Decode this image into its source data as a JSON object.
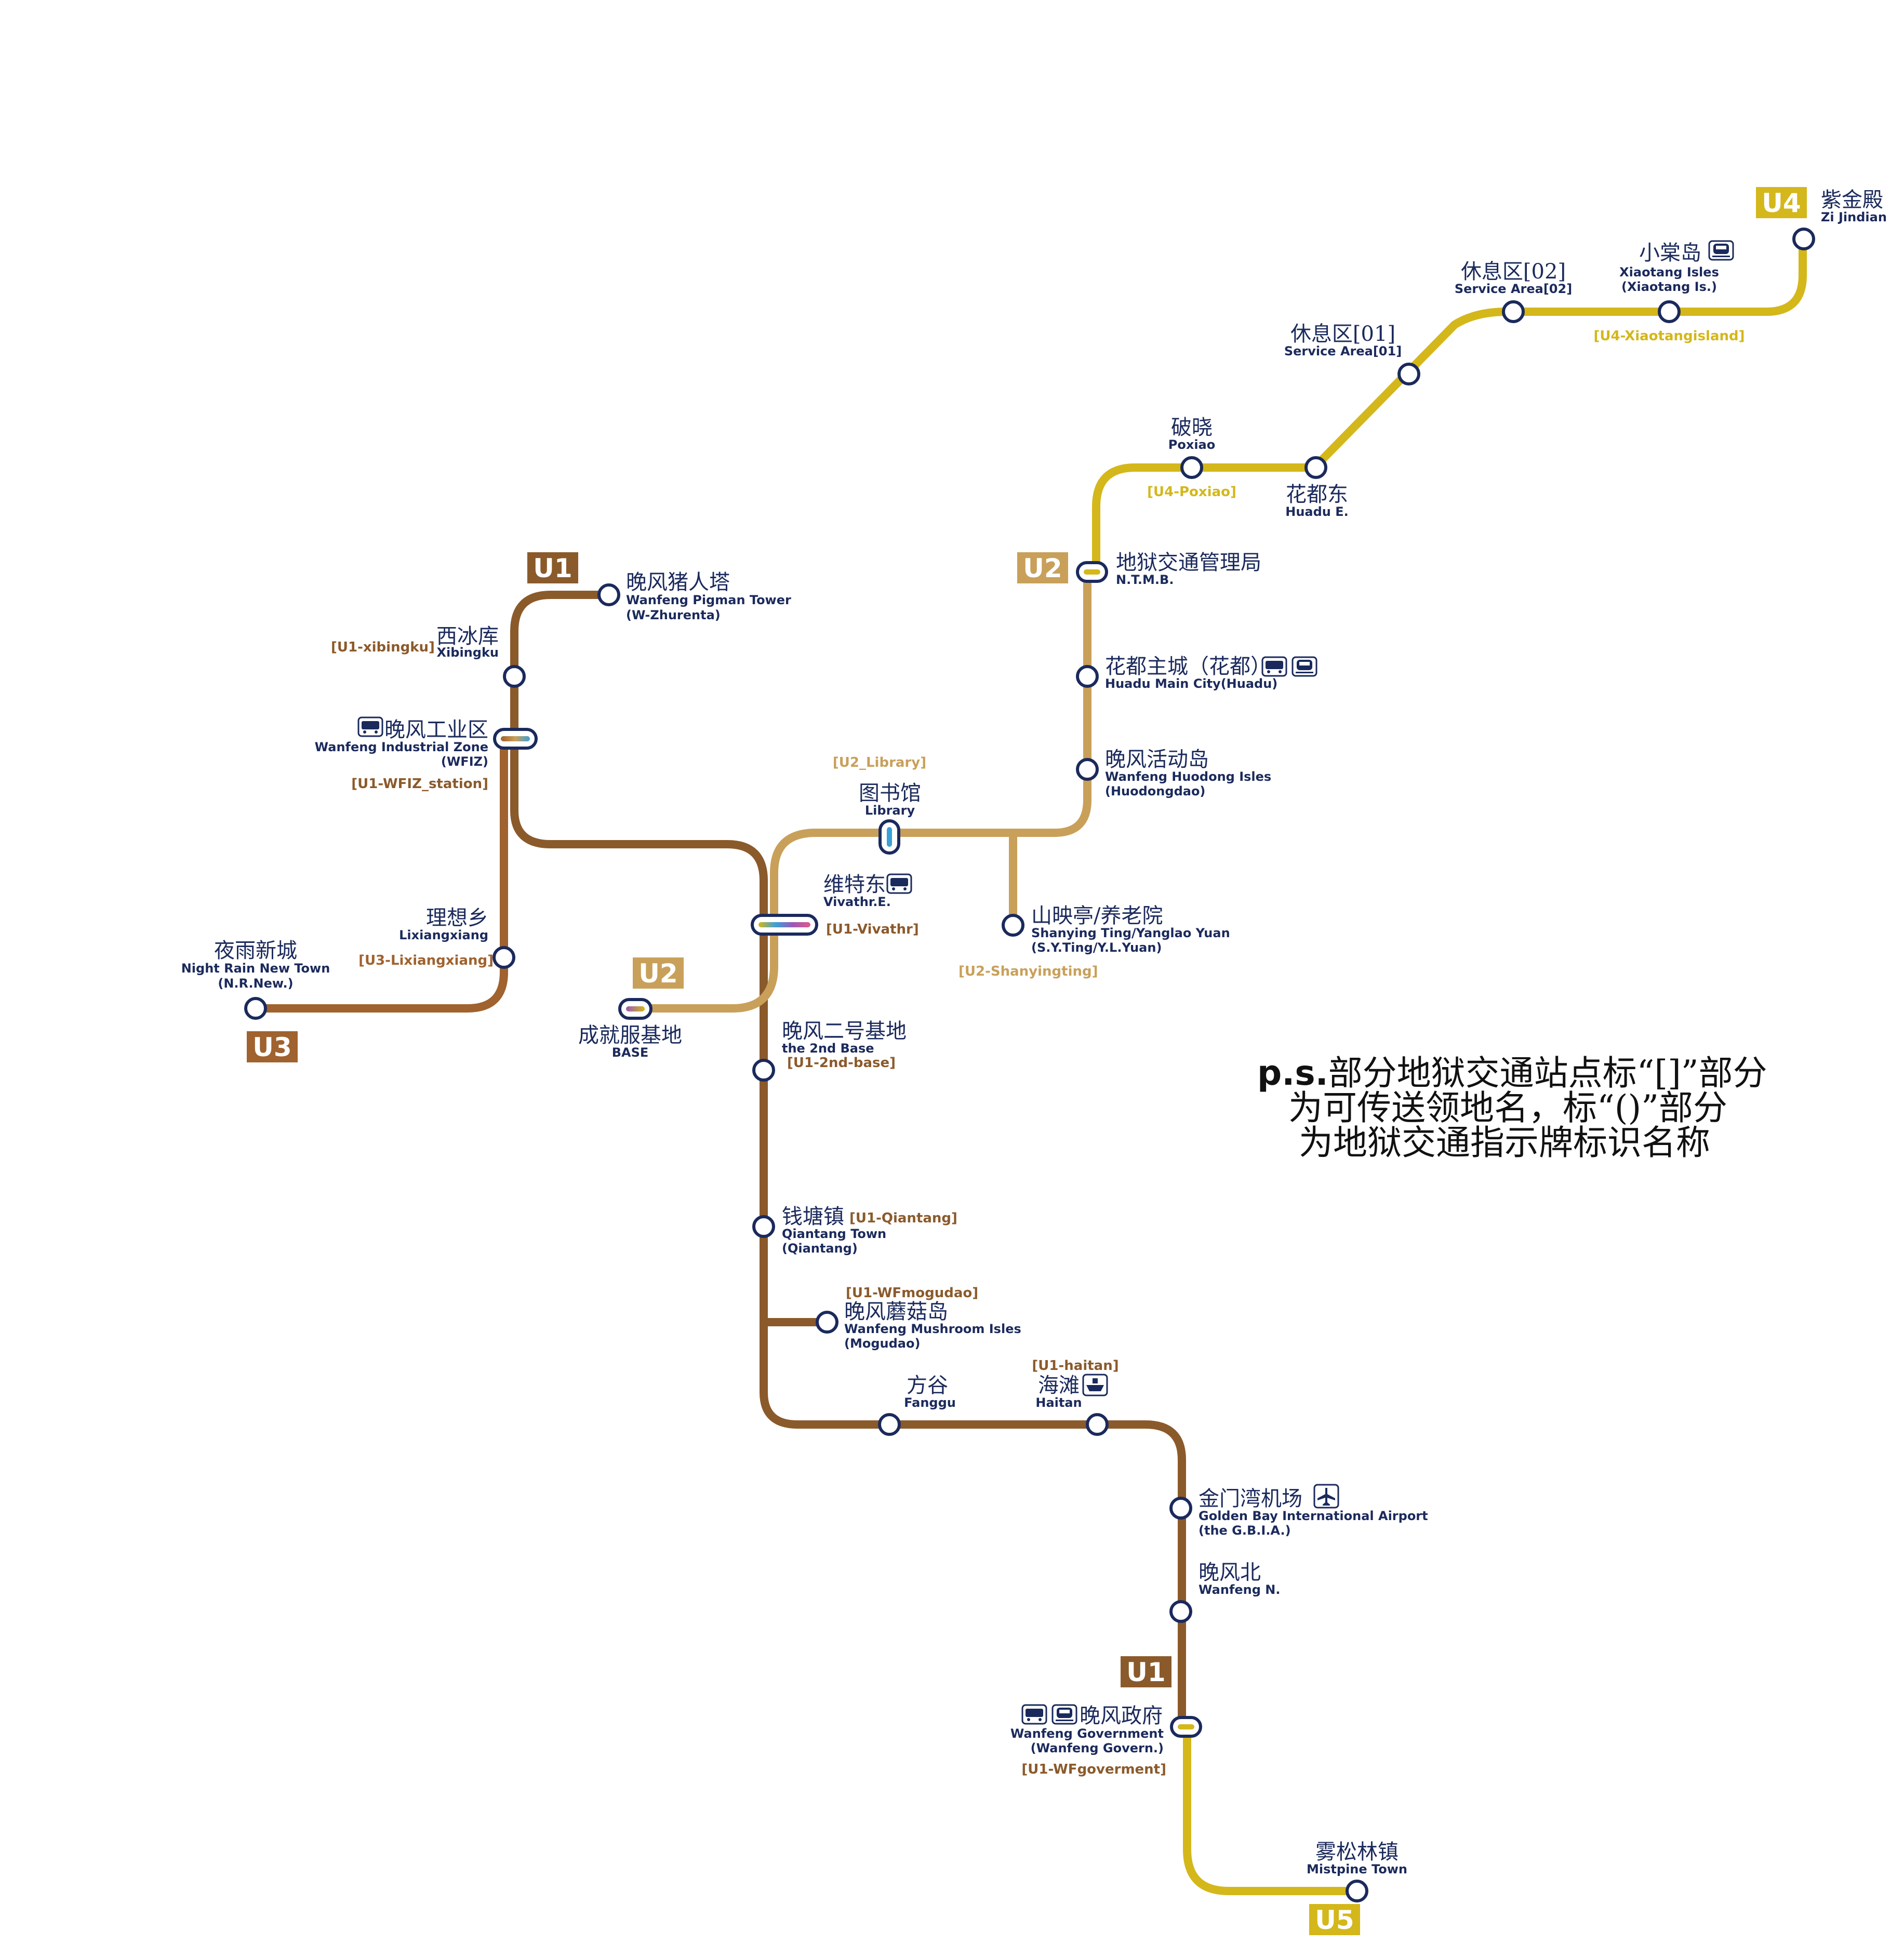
{
  "colors": {
    "u1": "#8b5a2b",
    "u2": "#c9a05a",
    "u3": "#a0622e",
    "u4": "#d4b71a",
    "u5": "#d4b71a",
    "station_stroke": "#1b2a5c",
    "text": "#1b2a5c",
    "code_u1": "#8b5a2b",
    "code_u2": "#c9a05a",
    "code_u4": "#d4b71a"
  },
  "lines": {
    "u1_top": "U1",
    "u1_bottom": "U1",
    "u2": "U2",
    "u2_base": "U2",
    "u3": "U3",
    "u4": "U4",
    "u5": "U5"
  },
  "stations": {
    "w_zhurenta": {
      "cn": "晚风猪人塔",
      "en": "Wanfeng Pigman Tower",
      "en2": "(W-Zhurenta)"
    },
    "xibingku": {
      "cn": "西冰库",
      "en": "Xibingku",
      "code": "[U1-xibingku]"
    },
    "wfiz": {
      "cn": "晚风工业区",
      "en": "Wanfeng Industrial Zone",
      "en2": "(WFIZ)",
      "code": "[U1-WFIZ_station]",
      "icons": [
        "bus-icon"
      ]
    },
    "lixiangxiang": {
      "cn": "理想乡",
      "en": "Lixiangxiang",
      "code": "[U3-Lixiangxiang]"
    },
    "nr_new": {
      "cn": "夜雨新城",
      "en": "Night Rain New Town",
      "en2": "(N.R.New.)"
    },
    "base": {
      "cn": "成就服基地",
      "en": "BASE"
    },
    "vivathr": {
      "cn": "维特东",
      "en": "Vivathr.E.",
      "code": "[U1-Vivathr]",
      "icons": [
        "bus-icon"
      ]
    },
    "library": {
      "cn": "图书馆",
      "en": "Library",
      "code": "[U2_Library]"
    },
    "shanying": {
      "cn": "山映亭/养老院",
      "en": "Shanying Ting/Yanglao Yuan",
      "en2": "(S.Y.Ting/Y.L.Yuan)",
      "code": "[U2-Shanyingting]"
    },
    "huodong": {
      "cn": "晚风活动岛",
      "en": "Wanfeng Huodong Isles",
      "en2": "(Huodongdao)"
    },
    "huadu_main": {
      "cn": "花都主城（花都）",
      "en": "Huadu Main City(Huadu)",
      "icons": [
        "bus-icon",
        "train-icon"
      ]
    },
    "ntmb": {
      "cn": "地狱交通管理局",
      "en": "N.T.M.B."
    },
    "poxiao": {
      "cn": "破晓",
      "en": "Poxiao",
      "code": "[U4-Poxiao]"
    },
    "huadu_e": {
      "cn": "花都东",
      "en": "Huadu E."
    },
    "service01": {
      "cn": "休息区[01]",
      "en": "Service Area[01]"
    },
    "service02": {
      "cn": "休息区[02]",
      "en": "Service Area[02]"
    },
    "xiaotang": {
      "cn": "小棠岛",
      "en": "Xiaotang Isles",
      "en2": "(Xiaotang Is.)",
      "code": "[U4-Xiaotangisland]",
      "icons": [
        "train-icon"
      ]
    },
    "zijindian": {
      "cn": "紫金殿",
      "en": "Zi Jindian"
    },
    "second_base": {
      "cn": "晚风二号基地",
      "en": "the 2nd Base",
      "code": "[U1-2nd-base]"
    },
    "qiantang": {
      "cn": "钱塘镇",
      "en": "Qiantang Town",
      "en2": "(Qiantang)",
      "code": "[U1-Qiantang]"
    },
    "mogudao": {
      "cn": "晚风蘑菇岛",
      "en": "Wanfeng Mushroom Isles",
      "en2": "(Mogudao)",
      "code": "[U1-WFmogudao]"
    },
    "fanggu": {
      "cn": "方谷",
      "en": "Fanggu"
    },
    "haitan": {
      "cn": "海滩",
      "en": "Haitan",
      "code": "[U1-haitan]",
      "icons": [
        "ship-icon"
      ]
    },
    "gbia": {
      "cn": "金门湾机场",
      "en": "Golden Bay International Airport",
      "en2": "(the G.B.I.A.)",
      "icons": [
        "airplane-icon"
      ]
    },
    "wanfeng_n": {
      "cn": "晚风北",
      "en": "Wanfeng N."
    },
    "wf_gov": {
      "cn": "晚风政府",
      "en": "Wanfeng Government",
      "en2": "(Wanfeng Govern.)",
      "code": "[U1-WFgoverment]",
      "icons": [
        "bus-icon",
        "train-icon"
      ]
    },
    "mistpine": {
      "cn": "雾松林镇",
      "en": "Mistpine Town"
    }
  },
  "note": {
    "prefix": "p.s.",
    "line1": "部分地狱交通站点标“[]”部分",
    "line2": "为可传送领地名，标“()”部分",
    "line3": "为地狱交通指示牌标识名称"
  }
}
